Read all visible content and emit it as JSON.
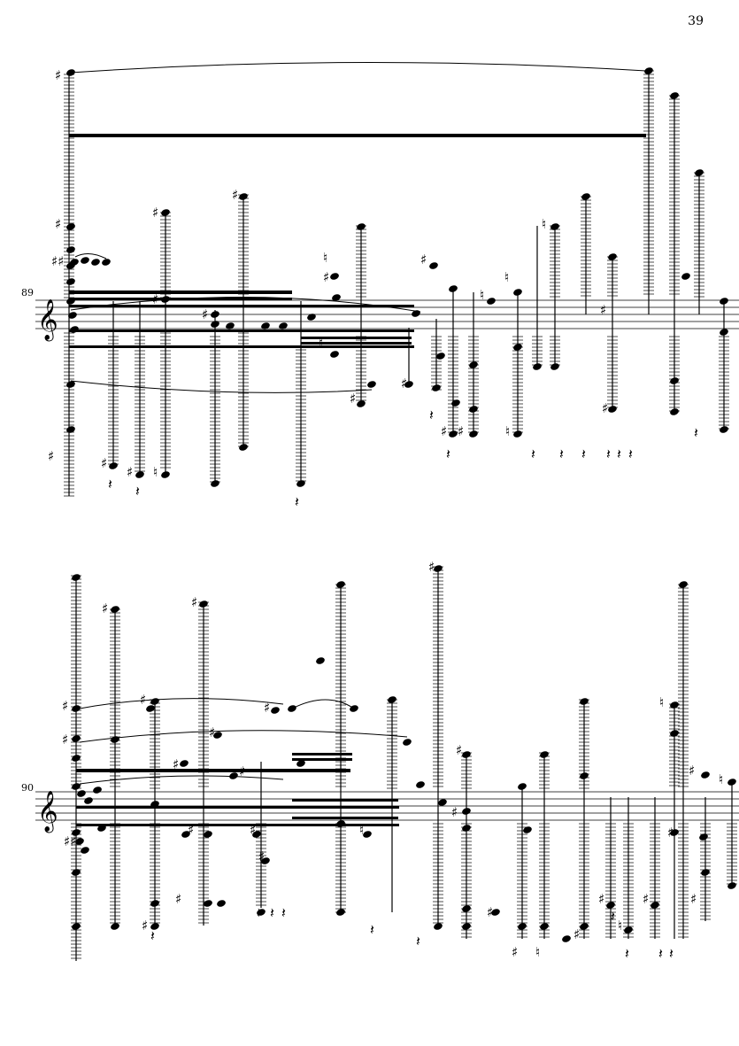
{
  "page": {
    "page_number": "39"
  },
  "systems": [
    {
      "measure_number": "89",
      "clef": "treble"
    },
    {
      "measure_number": "90",
      "clef": "treble"
    }
  ],
  "colors": {
    "ink": "#000000",
    "paper": "#ffffff",
    "staff_line": "#000000"
  }
}
